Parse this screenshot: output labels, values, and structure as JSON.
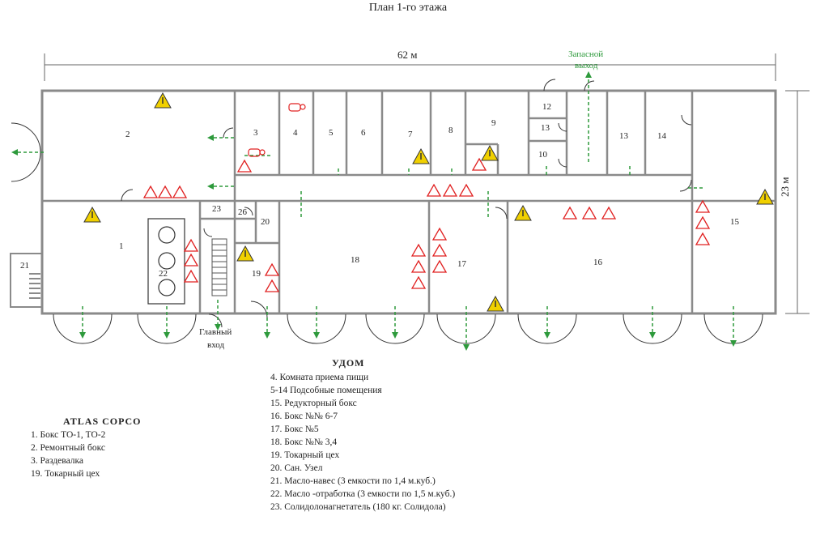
{
  "title": "План 1-го этажа",
  "dims": {
    "length": "62 м",
    "width": "23 м"
  },
  "emergency_exit": [
    "Запасной",
    "выход"
  ],
  "main_entrance": [
    "Главный",
    "вход"
  ],
  "rooms": {
    "r1": "1",
    "r2": "2",
    "r3": "3",
    "r4": "4",
    "r5": "5",
    "r6": "6",
    "r7": "7",
    "r8": "8",
    "r9": "9",
    "r10": "10",
    "r12": "12",
    "r13a": "13",
    "r13b": "13",
    "r14": "14",
    "r15": "15",
    "r16": "16",
    "r17": "17",
    "r18": "18",
    "r19": "19",
    "r20": "20",
    "r21": "21",
    "r22": "22",
    "r23": "23",
    "r26": "26"
  },
  "legend_udom": {
    "heading": "УДОМ",
    "items": [
      "4. Комната приема пищи",
      "5-14 Подсобные помещения",
      "15. Редукторный бокс",
      "16. Бокс №№ 6-7",
      "17. Бокс №5",
      "18. Бокс №№ 3,4",
      "19. Токарный цех",
      "20. Сан. Узел",
      "21. Масло-навес (3 емкости по 1,4 м.куб.)",
      "22. Масло -отработка (3 емкости по 1,5 м.куб.)",
      "23. Солидолонагнетатель (180 кг. Солидола)"
    ]
  },
  "legend_atlas": {
    "heading": "ATLAS COPCO",
    "items": [
      "1. Бокс ТО-1, ТО-2",
      "2. Ремонтный бокс",
      "3. Раздевалка",
      "19. Токарный цех"
    ]
  },
  "colors": {
    "wall": "#8a8a8a",
    "exit_arrow": "#2e9a3c",
    "triangle": "#e02020",
    "hazard": "#f0d000",
    "door": "#333333"
  }
}
